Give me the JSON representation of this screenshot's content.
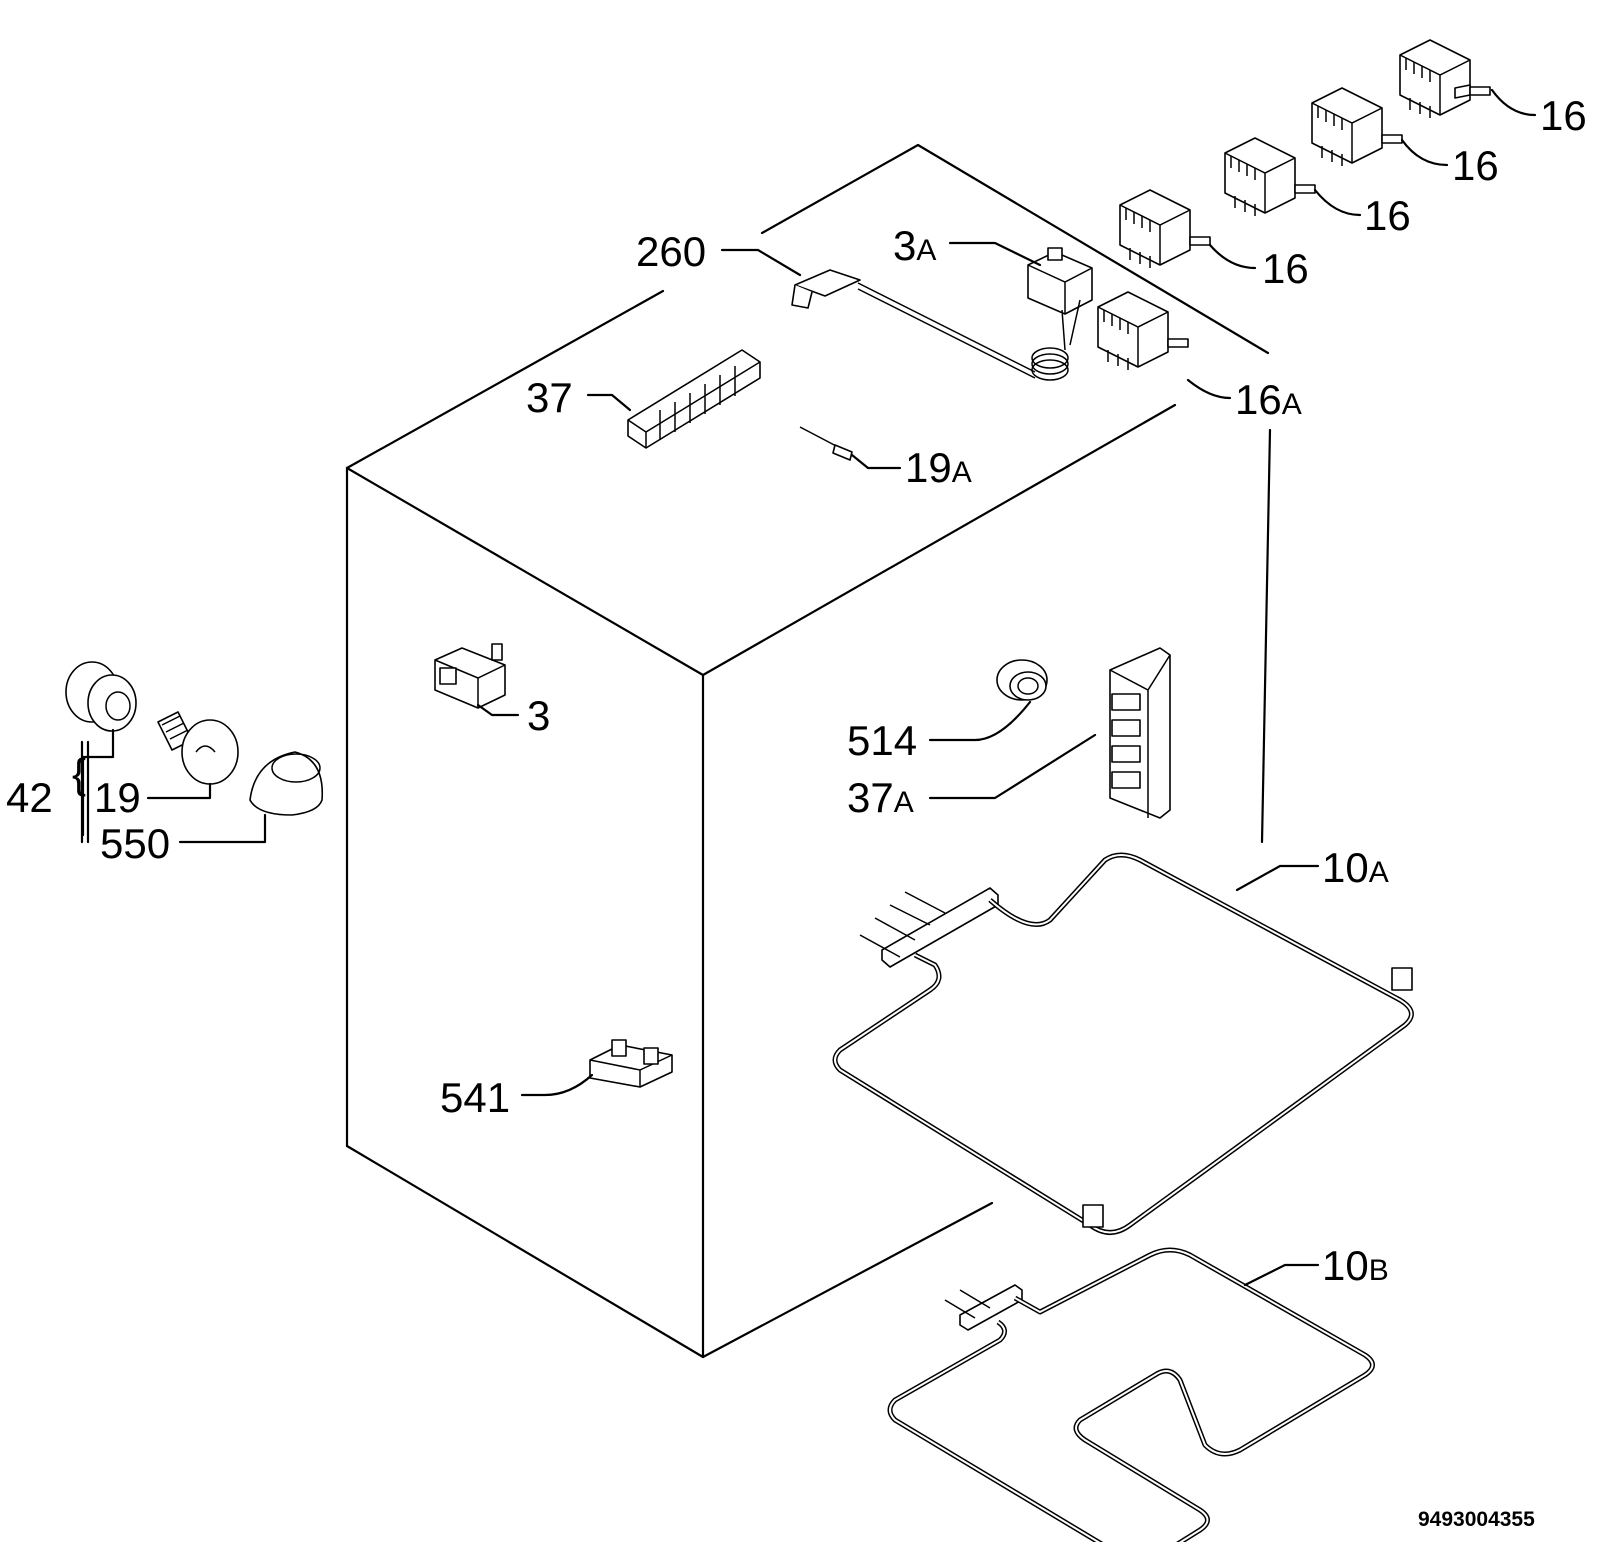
{
  "labels": {
    "p16a": "16",
    "p16b": "16",
    "p16c": "16",
    "p16d": "16",
    "p16A": "16",
    "p16A_suffix": "A",
    "p260": "260",
    "p3A": "3",
    "p3A_suffix": "A",
    "p37": "37",
    "p19A": "19",
    "p19A_suffix": "A",
    "p3": "3",
    "p514": "514",
    "p37A": "37",
    "p37A_suffix": "A",
    "p42": "42",
    "p19": "19",
    "p550": "550",
    "p10A": "10",
    "p10A_suffix": "A",
    "p10B": "10",
    "p10B_suffix": "B",
    "p541": "541"
  },
  "document_code": "9493004355"
}
